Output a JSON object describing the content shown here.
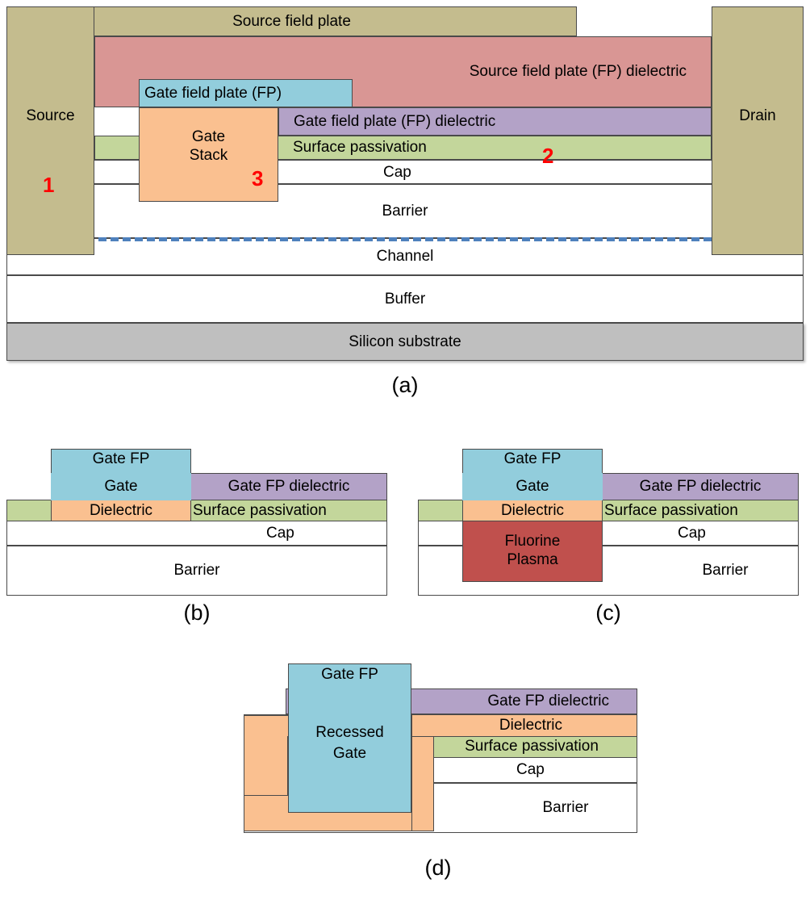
{
  "figure": {
    "type": "cross-section-device-diagram",
    "panel_labels": [
      "(a)",
      "(b)",
      "(c)",
      "(d)"
    ]
  },
  "colors": {
    "electrode": "#c4bc8e",
    "source_fp_dielectric": "#d99694",
    "gate_fp": "#92cddc",
    "gate_fp_dielectric": "#b3a2c7",
    "surface_passivation": "#c3d69b",
    "dielectric": "#fac090",
    "fluorine_plasma": "#c0504d",
    "substrate": "#bfbfbf",
    "semiconductor": "#ffffff",
    "channel_dash": "#4f81bd",
    "callout": "#ff0000",
    "outline": "#4a4a4a"
  },
  "panel_a": {
    "tag": "(a)",
    "source_electrode": "Source",
    "drain_electrode": "Drain",
    "source_field_plate": "Source field plate",
    "source_fp_dielectric": "Source field plate (FP) dielectric",
    "gate_field_plate": "Gate field plate (FP)",
    "gate_fp_dielectric": "Gate field plate (FP) dielectric",
    "gate_stack_line1": "Gate",
    "gate_stack_line2": "Stack",
    "surface_passivation": "Surface passivation",
    "cap": "Cap",
    "barrier": "Barrier",
    "channel": "Channel",
    "buffer": "Buffer",
    "silicon_substrate": "Silicon substrate",
    "callout_1": "1",
    "callout_2": "2",
    "callout_3": "3"
  },
  "panel_b": {
    "tag": "(b)",
    "gate_fp": "Gate FP",
    "gate": "Gate",
    "dielectric": "Dielectric",
    "gate_fp_dielectric": "Gate FP dielectric",
    "surface_passivation": "Surface passivation",
    "cap": "Cap",
    "barrier": "Barrier"
  },
  "panel_c": {
    "tag": "(c)",
    "gate_fp": "Gate FP",
    "gate": "Gate",
    "dielectric": "Dielectric",
    "gate_fp_dielectric": "Gate FP dielectric",
    "surface_passivation": "Surface passivation",
    "fluorine_line1": "Fluorine",
    "fluorine_line2": "Plasma",
    "cap": "Cap",
    "barrier": "Barrier"
  },
  "panel_d": {
    "tag": "(d)",
    "gate_fp": "Gate FP",
    "recessed_gate_line1": "Recessed",
    "recessed_gate_line2": "Gate",
    "gate_fp_dielectric": "Gate FP dielectric",
    "dielectric": "Dielectric",
    "surface_passivation": "Surface passivation",
    "cap": "Cap",
    "barrier": "Barrier"
  }
}
